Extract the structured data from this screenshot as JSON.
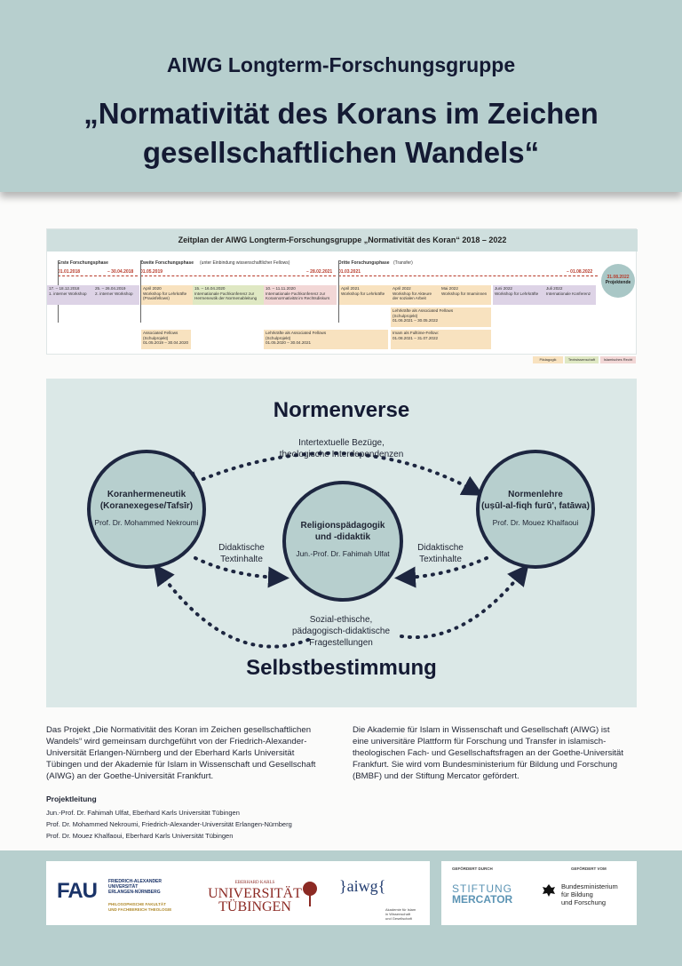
{
  "header": {
    "subtitle": "AIWG Longterm-Forschungsgruppe",
    "title_line1": "„Normativität des Korans im Zeichen",
    "title_line2": "gesellschaftlichen Wandels“"
  },
  "timeline": {
    "title": "Zeitplan der AIWG Longterm-Forschungsgruppe „Normativität des Koran“ 2018 – 2022",
    "phase1": {
      "name": "Erste Forschungsphase",
      "start": "01.01.2018",
      "end": "– 30.04.2018"
    },
    "phase2": {
      "name": "Zweite Forschungsphase",
      "note": "(unter Einbindung wissenschaftlicher Fellows)",
      "start": "01.05.2019",
      "end": "– 28.02.2021"
    },
    "phase3": {
      "name": "Dritte Forschungsphase",
      "note": "(Transfer)",
      "start": "01.03.2021",
      "end": "– 01.08.2022"
    },
    "end_date": "31.08.2022",
    "end_label": "Projektende",
    "events": [
      {
        "l1": "17. – 18.12.2018",
        "l2": "1. interner Workshop",
        "l3": ""
      },
      {
        "l1": "25. – 26.04.2019",
        "l2": "2. interner Workshop",
        "l3": ""
      },
      {
        "l1": "April 2020",
        "l2": "Workshop für Lehrkräfte",
        "l3": "(Praxisfellows)"
      },
      {
        "l1": "15. – 16.04.2020",
        "l2": "Internationale Fachkonferenz zur",
        "l3": "Hermeneutik der Normenableitung"
      },
      {
        "l1": "10. – 11.11.2020",
        "l2": "Internationale Fachkonferenz zur",
        "l3": "Korannormativität im Rechtsdiskurs"
      },
      {
        "l1": "April 2021",
        "l2": "Workshop für Lehrkräfte",
        "l3": ""
      },
      {
        "l1": "April 2022",
        "l2": "Workshop für Akteure",
        "l3": "der sozialen Arbeit"
      },
      {
        "l1": "Mai 2022",
        "l2": "Workshop für Imaminnen",
        "l3": ""
      },
      {
        "l1": "Juni 2022",
        "l2": "Workshop für Lehrkräfte",
        "l3": ""
      },
      {
        "l1": "Juli 2022",
        "l2": "Internationale Konferenz",
        "l3": ""
      }
    ],
    "fellows": [
      {
        "l1": "Associated Fellows",
        "l2": "(Schulprojekt)",
        "l3": "01.05.2019 – 30.04.2020"
      },
      {
        "l1": "Lehrkräfte als Associated Fellows",
        "l2": "(Schulprojekt)",
        "l3": "01.05.2020 – 30.04.2021"
      },
      {
        "l1": "Lehrkräfte als Associated Fellows",
        "l2": "(Schulprojekt)",
        "l3": "01.06.2021 – 30.05.2022"
      },
      {
        "l1": "Imam als Fulltime-Fellow:",
        "l2": "01.08.2021 – 31.07.2022",
        "l3": ""
      }
    ],
    "legend": [
      "Pädagogik",
      "Textwissenschaft",
      "Islamisches Recht"
    ],
    "colors": {
      "purple": "#ddd3e6",
      "orange": "#f8e2bf",
      "green": "#dfe8c3",
      "pink": "#f2d7d6",
      "accent": "#b73a2a"
    }
  },
  "diagram": {
    "top": "Normenverse",
    "bottom": "Selbstbestimmung",
    "left": {
      "line1": "Koranhermeneutik",
      "line2": "(Koranexegese/Tafsīr)",
      "person": "Prof. Dr. Mohammed Nekroumi"
    },
    "middle": {
      "line1": "Religionspädagogik",
      "line2": "und -didaktik",
      "person": "Jun.-Prof. Dr. Fahimah Ulfat"
    },
    "right": {
      "line1": "Normenlehre",
      "line2": "(uṣūl-al-fiqh furū', fatāwa)",
      "person": "Prof. Dr. Mouez Khalfaoui"
    },
    "label_top_1": "Intertextuelle Bezüge,",
    "label_top_2": "theologische Interdependenzen",
    "label_left_1": "Didaktische",
    "label_left_2": "Textinhalte",
    "label_right_1": "Didaktische",
    "label_right_2": "Textinhalte",
    "label_bottom_1": "Sozial-ethische,",
    "label_bottom_2": "pädagogisch-didaktische",
    "label_bottom_3": "Fragestellungen",
    "colors": {
      "circle": "#b7cfce",
      "border": "#1d2640",
      "background": "#dbe8e7"
    }
  },
  "text": {
    "left_l1": "Das Projekt „Die Normativität des Koran im Zeichen gesellschaftlichen",
    "left_l2": "Wandels“ wird gemeinsam durchgeführt von der Friedrich-Alexander-",
    "left_l3": "Universität Erlangen-Nürnberg und der Eberhard Karls Universität",
    "left_l4": "Tübingen und der Akademie für Islam in Wissenschaft und Gesellschaft",
    "left_l5": "(AIWG) an der Goethe-Universität Frankfurt.",
    "right_l1": "Die Akademie für Islam in Wissenschaft und Gesellschaft (AIWG) ist",
    "right_l2": "eine universitäre Plattform für Forschung und Transfer in islamisch-",
    "right_l3": "theologischen Fach- und Gesellschaftsfragen an der Goethe-Universität",
    "right_l4": "Frankfurt. Sie wird vom Bundesministerium für Bildung und Forschung",
    "right_l5": "(BMBF) und der Stiftung Mercator gefördert.",
    "projektleitung_title": "Projektleitung",
    "pl1": "Jun.-Prof. Dr. Fahimah Ulfat, Eberhard Karls Universität Tübingen",
    "pl2": "Prof. Dr. Mohammed Nekroumi, Friedrich-Alexander-Universität Erlangen-Nürnberg",
    "pl3": "Prof. Dr. Mouez Khalfaoui, Eberhard Karls Universität Tübingen"
  },
  "footer": {
    "fau_logo": "FAU",
    "fau_t1": "FRIEDRICH-ALEXANDER",
    "fau_t2": "UNIVERSITÄT",
    "fau_t3": "ERLANGEN-NÜRNBERG",
    "fau_s1": "PHILOSOPHISCHE FAKULTÄT",
    "fau_s2": "UND FACHBEREICH THEOLOGIE",
    "tue_small": "EBERHARD KARLS",
    "tue_l1": "UNIVERSITÄT",
    "tue_l2": "TÜBINGEN",
    "aiwg_logo": "}aiwg{",
    "aiwg_t1": "Akademie für Islam",
    "aiwg_t2": "in Wissenschaft",
    "aiwg_t3": "und Gesellschaft",
    "gefoerdert_durch": "GEFÖRDERT DURCH",
    "gefoerdert_vom": "GEFÖRDERT VOM",
    "stiftung": "STIFTUNG",
    "mercator": "MERCATOR",
    "bmbf_l1": "Bundesministerium",
    "bmbf_l2": "für Bildung",
    "bmbf_l3": "und Forschung"
  }
}
